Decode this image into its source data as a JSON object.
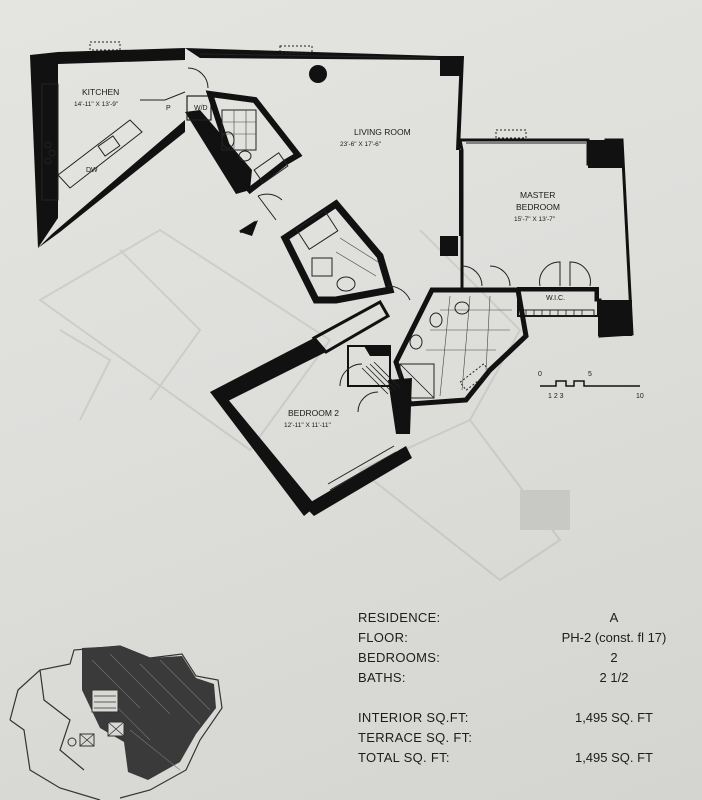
{
  "rooms": {
    "kitchen": {
      "name": "KITCHEN",
      "dims": "14'-11\" X 13'-9\""
    },
    "living": {
      "name": "LIVING ROOM",
      "dims": "23'-6\" X 17'-6\""
    },
    "master": {
      "name_line1": "MASTER",
      "name_line2": "BEDROOM",
      "dims": "15'-7\" X 13'-7\""
    },
    "bedroom2": {
      "name": "BEDROOM 2",
      "dims": "12'-11\" X 11'-11\""
    }
  },
  "plan_labels": {
    "wd": "W/D",
    "pantry": "P",
    "dishwasher": "DW",
    "wic": "W.I.C."
  },
  "scale": {
    "top_ticks": [
      "0",
      "5"
    ],
    "bottom_ticks": [
      "1 2 3",
      "10"
    ]
  },
  "specs": [
    {
      "label": "RESIDENCE:",
      "value": "A"
    },
    {
      "label": "FLOOR:",
      "value": "PH-2 (const. fl 17)"
    },
    {
      "label": "BEDROOMS:",
      "value": "2"
    },
    {
      "label": "BATHS:",
      "value": "2 1/2"
    },
    {
      "label": "INTERIOR SQ.FT:",
      "value": "1,495 SQ. FT"
    },
    {
      "label": "TERRACE SQ. FT:",
      "value": ""
    },
    {
      "label": "TOTAL SQ. FT:",
      "value": "1,495 SQ. FT"
    }
  ]
}
